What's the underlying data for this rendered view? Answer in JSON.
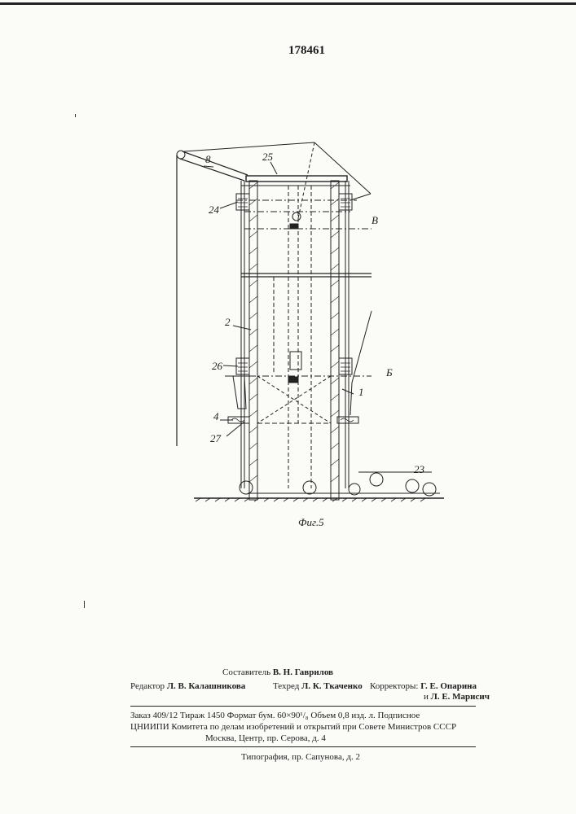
{
  "patent_number": "178461",
  "figure": {
    "caption": "Фиг.5",
    "labels": [
      "8",
      "25",
      "24",
      "В",
      "2",
      "26",
      "Б",
      "1",
      "4",
      "27",
      "23"
    ]
  },
  "imprint": {
    "compiler_label": "Составитель",
    "compiler_name": "В. Н. Гаврилов",
    "editor_label": "Редактор",
    "editor_name": "Л. В. Калашникова",
    "techeditor_label": "Техред",
    "techeditor_name": "Л. К. Ткаченко",
    "correctors_label": "Корректоры:",
    "corrector_1": "Г. Е. Опарина",
    "corrector_2_prefix": "и",
    "corrector_2": "Л. Е. Марисич",
    "order_line": "Заказ 409/12   Тираж 1450   Формат бум. 60×90¹/₈   Объем 0,8 изд. л.   Подписное",
    "institute_line": "ЦНИИПИ Комитета по делам изобретений и открытий при Совете Министров СССР",
    "address_line": "Москва, Центр, пр. Серова, д. 4",
    "printer_line": "Типография, пр. Сапунова, д. 2"
  }
}
